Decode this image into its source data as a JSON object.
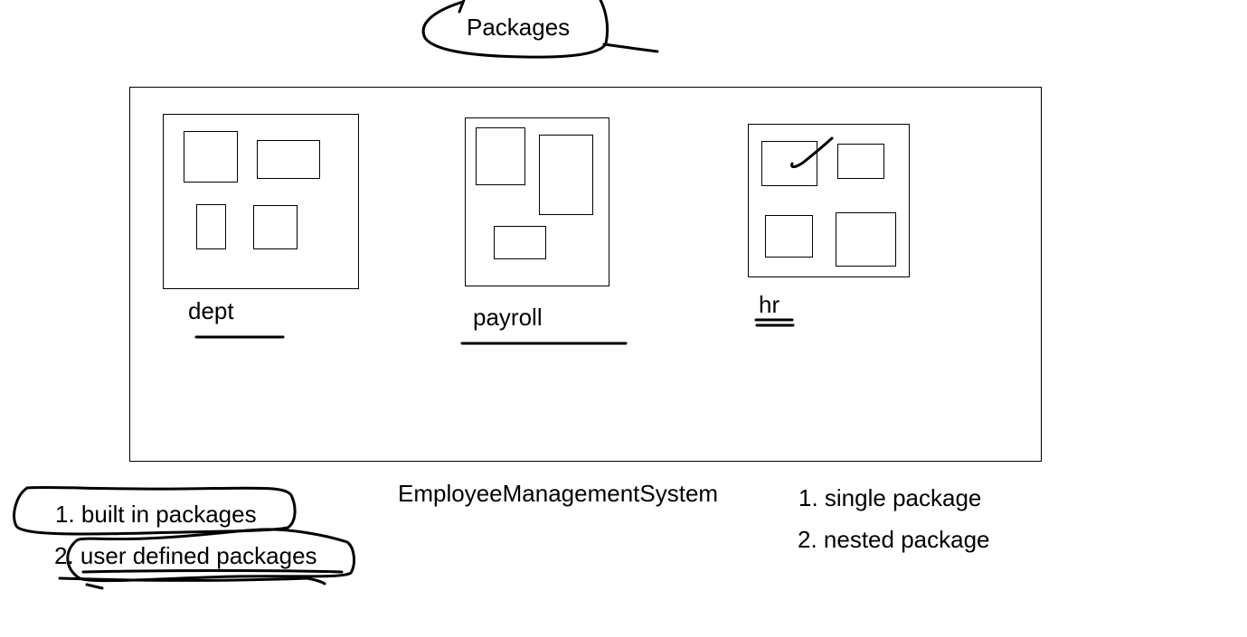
{
  "title": "Packages",
  "system_label": "EmployeeManagementSystem",
  "packages": [
    {
      "name": "dept"
    },
    {
      "name": "payroll"
    },
    {
      "name": "hr"
    }
  ],
  "package_types": [
    "1. built in packages",
    "2. user defined packages"
  ],
  "package_kinds": [
    "1. single package",
    "2. nested package"
  ],
  "colors": {
    "ink": "#000000",
    "background": "#ffffff"
  }
}
